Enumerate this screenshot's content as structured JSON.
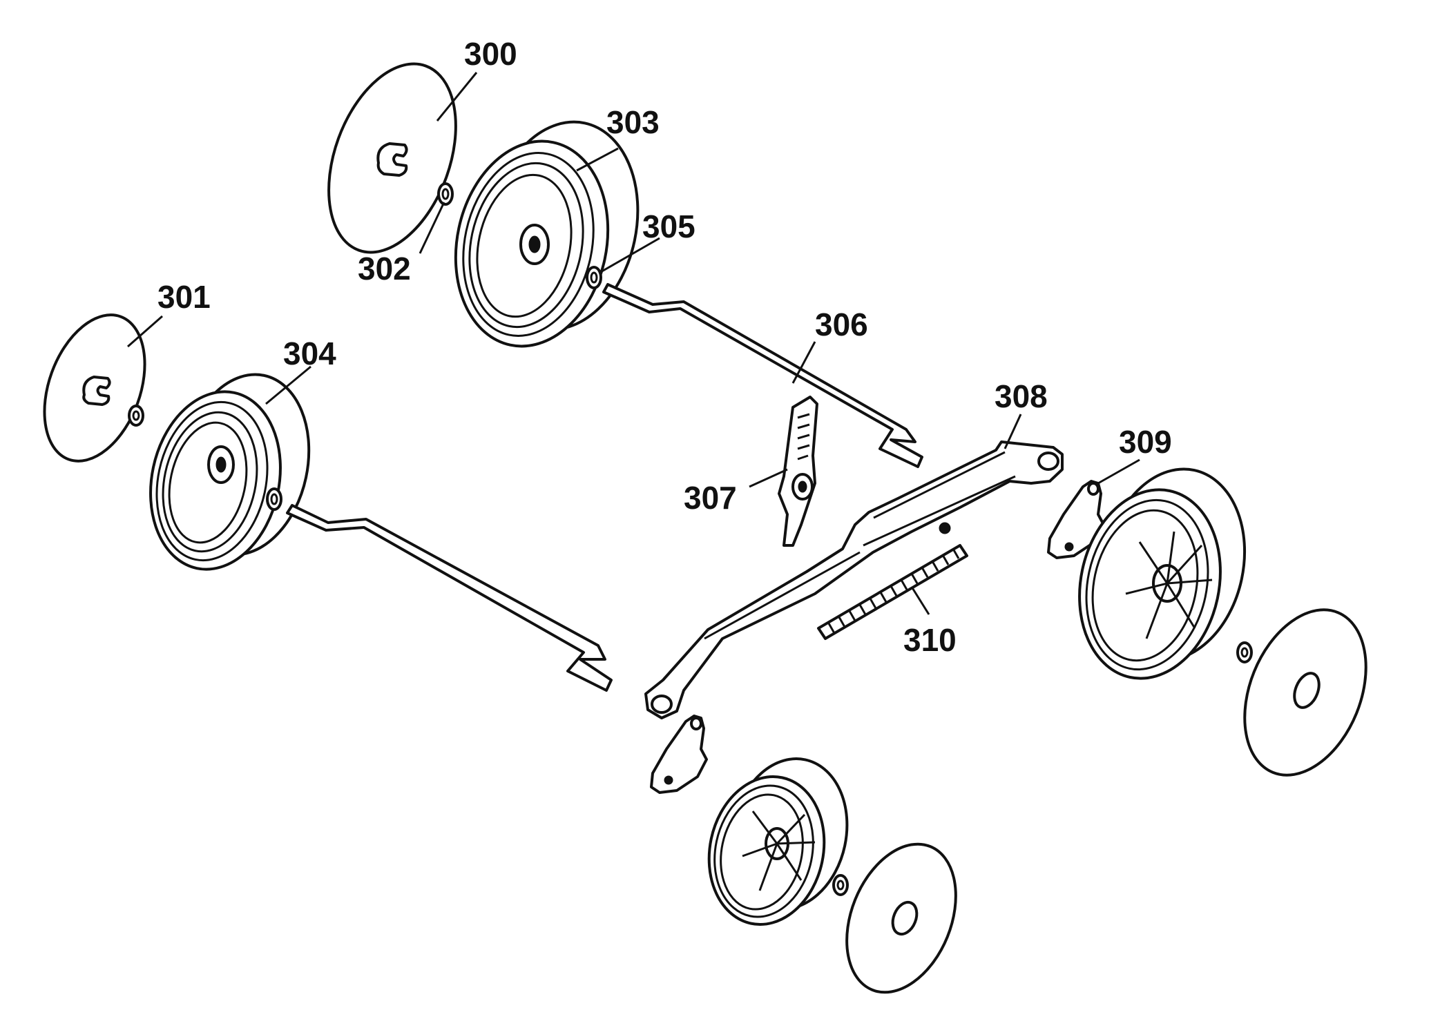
{
  "parts": [
    {
      "id": "p300",
      "label": "300",
      "icon": "hubcap"
    },
    {
      "id": "p301",
      "label": "301",
      "icon": "hubcap"
    },
    {
      "id": "p302",
      "label": "302",
      "icon": "washer"
    },
    {
      "id": "p303",
      "label": "303",
      "icon": "rear-wheel"
    },
    {
      "id": "p304",
      "label": "304",
      "icon": "rear-wheel"
    },
    {
      "id": "p305",
      "label": "305",
      "icon": "washer"
    },
    {
      "id": "p306",
      "label": "306",
      "icon": "axle-rod"
    },
    {
      "id": "p307",
      "label": "307",
      "icon": "height-adjust-lever"
    },
    {
      "id": "p308",
      "label": "308",
      "icon": "axle-bracket"
    },
    {
      "id": "p309",
      "label": "309",
      "icon": "bracket"
    },
    {
      "id": "p310",
      "label": "310",
      "icon": "spring"
    }
  ],
  "colors": {
    "line": "#111111",
    "background": "#ffffff"
  }
}
